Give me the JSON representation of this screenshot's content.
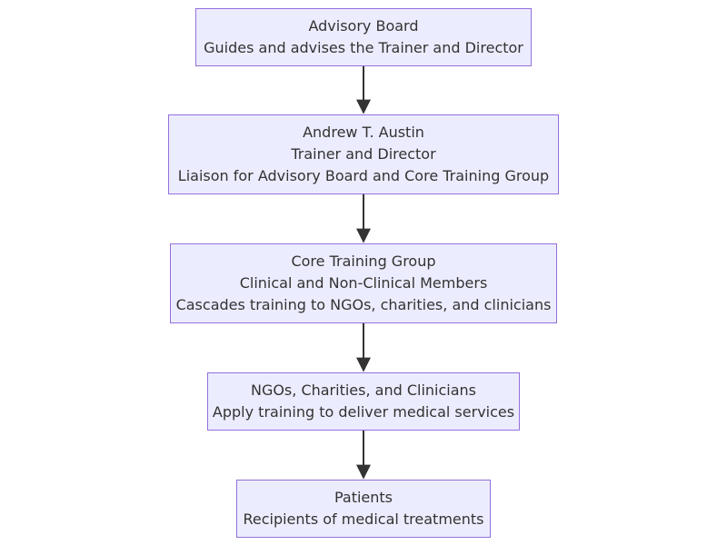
{
  "nodes": [
    {
      "id": "advisory-board",
      "lines": [
        "Advisory Board",
        "Guides and advises the Trainer and Director"
      ]
    },
    {
      "id": "trainer-director",
      "lines": [
        "Andrew T. Austin",
        "Trainer and Director",
        "Liaison for Advisory Board and Core Training Group"
      ]
    },
    {
      "id": "core-training-group",
      "lines": [
        "Core Training Group",
        "Clinical and Non-Clinical Members",
        "Cascades training to NGOs, charities, and clinicians"
      ]
    },
    {
      "id": "ngos-charities-clinicians",
      "lines": [
        "NGOs, Charities, and Clinicians",
        "Apply training to deliver medical services"
      ]
    },
    {
      "id": "patients",
      "lines": [
        "Patients",
        "Recipients of medical treatments"
      ]
    }
  ],
  "edges": [
    {
      "from": "advisory-board",
      "to": "trainer-director"
    },
    {
      "from": "trainer-director",
      "to": "core-training-group"
    },
    {
      "from": "core-training-group",
      "to": "ngos-charities-clinicians"
    },
    {
      "from": "ngos-charities-clinicians",
      "to": "patients"
    }
  ],
  "colors": {
    "node_fill": "#ececff",
    "node_border": "#9370db",
    "edge": "#333333",
    "text": "#333333"
  }
}
